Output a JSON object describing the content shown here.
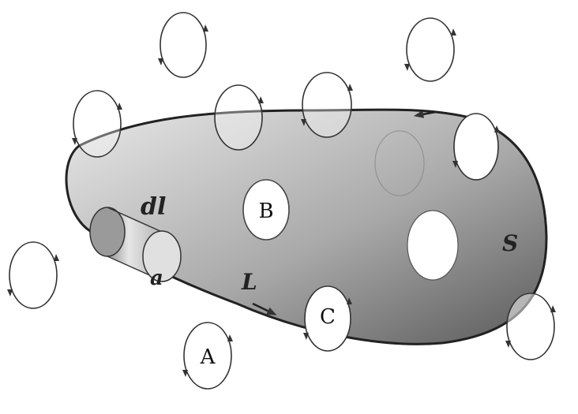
{
  "labels": {
    "surface": "S",
    "contour": "L",
    "element": "dl",
    "radius": "a",
    "loop_a": "A",
    "loop_b": "B",
    "loop_c": "C"
  },
  "colors": {
    "surface_light": "#e6e6e6",
    "surface_dark": "#5c5c5c",
    "outline": "#222222",
    "loop_stroke": "#333333"
  },
  "icons": [
    "current-loop-icon",
    "arrow-icon",
    "cylinder-icon"
  ]
}
